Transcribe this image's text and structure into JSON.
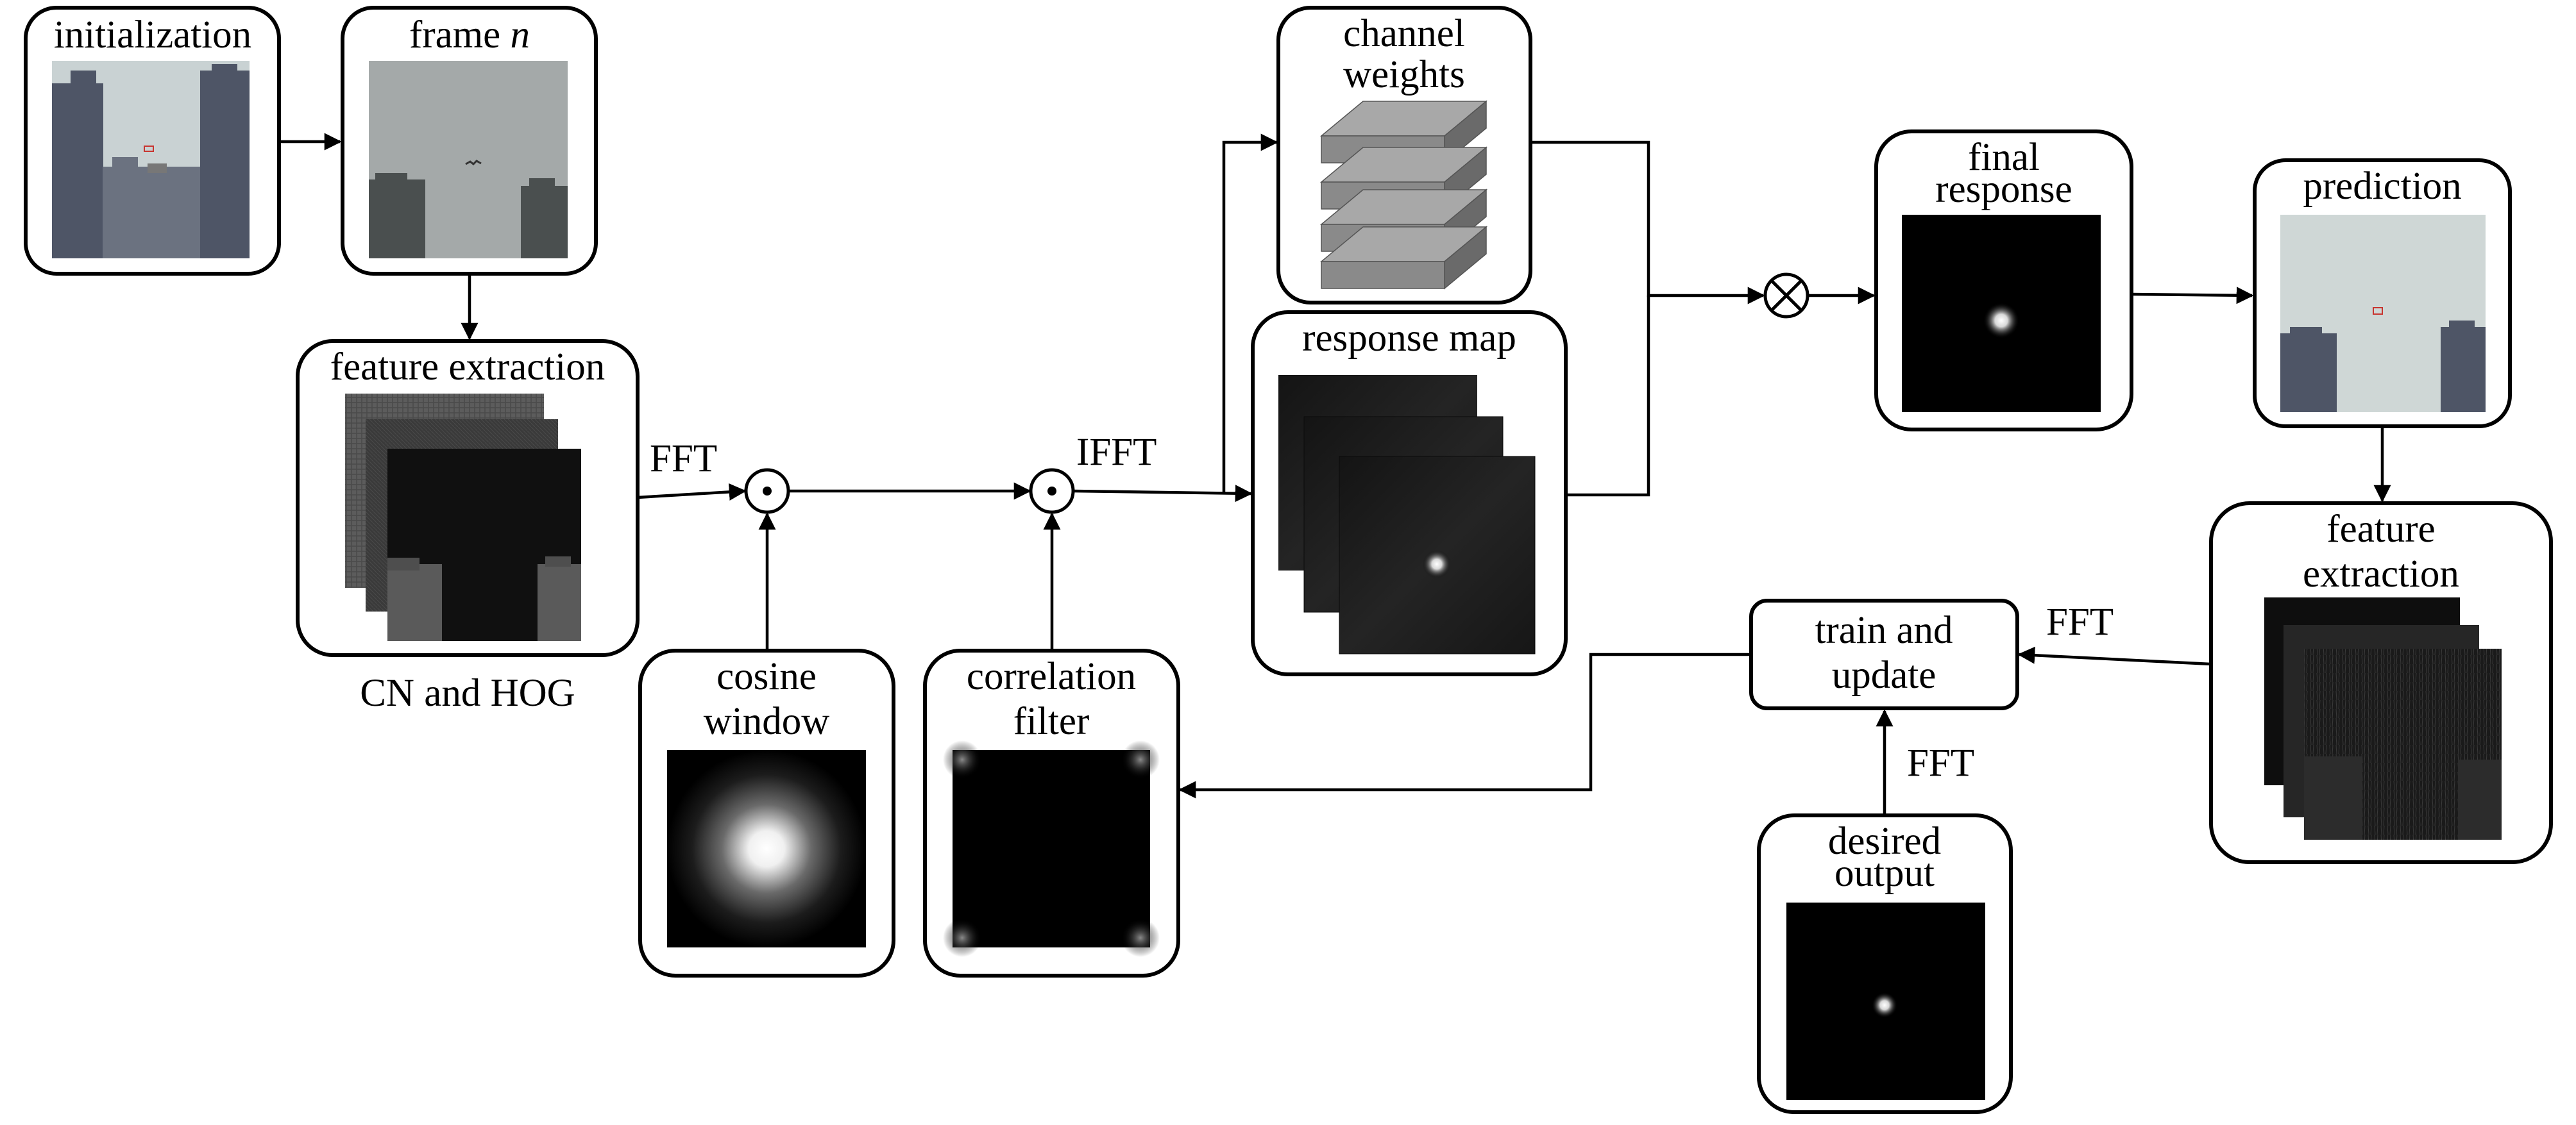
{
  "diagram": {
    "initialization": "initialization",
    "frame_label": "frame",
    "frame_var": "n",
    "feature_extraction_left": "feature extraction",
    "feature_caption": "CN and HOG",
    "cosine_window_line1": "cosine",
    "cosine_window_line2": "window",
    "correlation_filter_line1": "correlation",
    "correlation_filter_line2": "filter",
    "channel_weights_line1": "channel",
    "channel_weights_line2": "weights",
    "response_map": "response map",
    "final_response_line1": "final",
    "final_response_line2": "response",
    "prediction": "prediction",
    "feature_extraction_right_line1": "feature",
    "feature_extraction_right_line2": "extraction",
    "train_update_line1": "train and",
    "train_update_line2": "update",
    "desired_output_line1": "desired",
    "desired_output_line2": "output",
    "fft_1": "FFT",
    "ifft": "IFFT",
    "fft_2": "FFT",
    "fft_3": "FFT"
  },
  "colors": {
    "sky": "#c9d2d3",
    "building": "#4e5566",
    "stroke": "#000000",
    "weight_slab": "#8a8a8a"
  }
}
